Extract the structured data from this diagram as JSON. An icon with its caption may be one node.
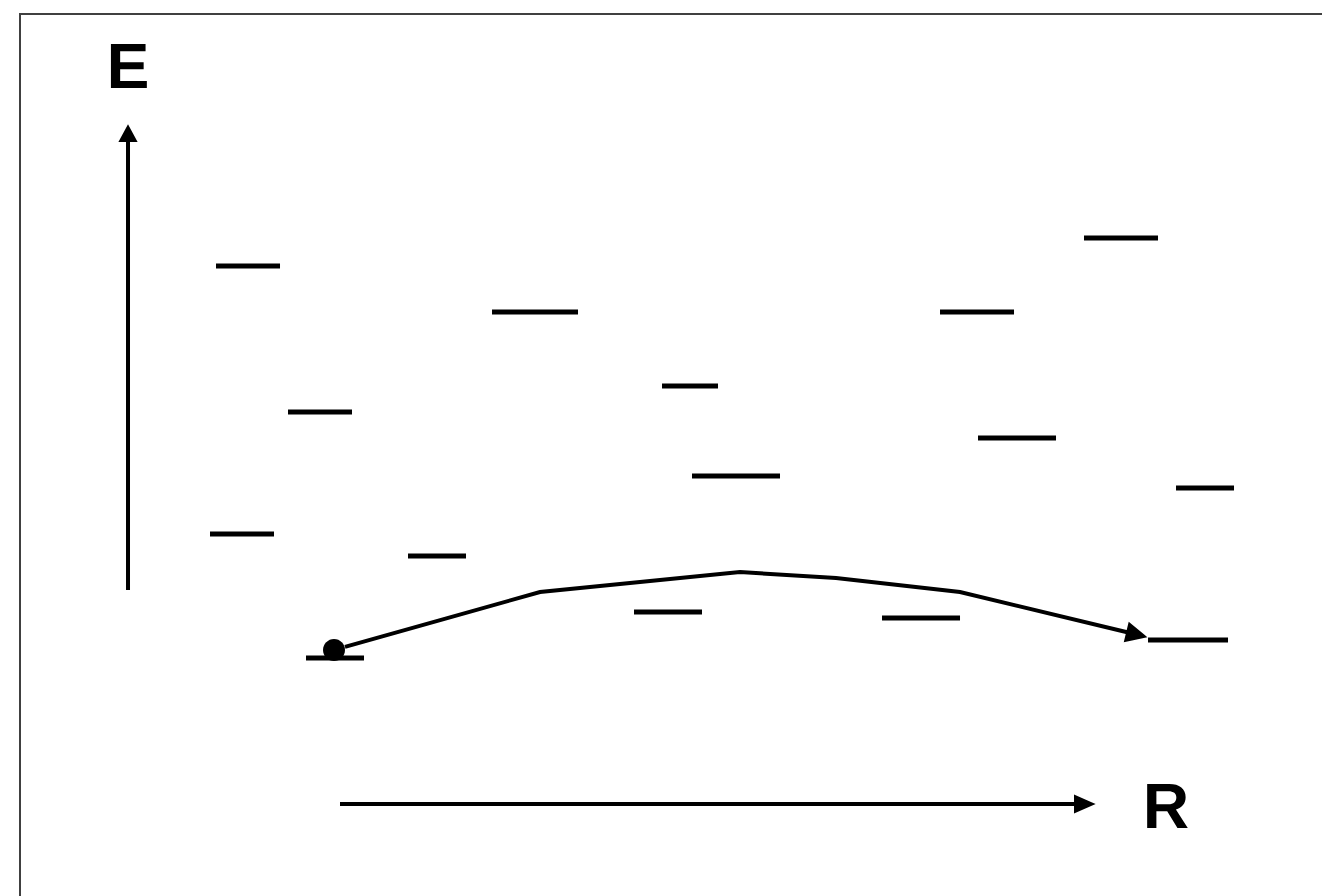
{
  "diagram": {
    "nodes": [
      {
        "text": [],
        "shape": "bar"
      },
      {
        "text": [],
        "shape": "bar"
      },
      {
        "text": [],
        "shape": "bar"
      },
      {
        "text": [],
        "shape": "bar"
      },
      {
        "text": [],
        "shape": "circle"
      },
      {
        "text": [],
        "shape": "bar"
      },
      {
        "text": [],
        "shape": "bar"
      },
      {
        "text": [],
        "shape": "bar"
      },
      {
        "text": [],
        "shape": "bar"
      },
      {
        "text": [],
        "shape": "bar"
      },
      {
        "text": [],
        "shape": "bar"
      },
      {
        "text": [],
        "shape": "bar"
      },
      {
        "text": [],
        "shape": "bar"
      },
      {
        "text": [],
        "shape": "bar"
      },
      {
        "text": [],
        "shape": "bar"
      },
      {
        "text": [],
        "shape": "bar"
      }
    ],
    "edges": [
      {
        "from": 4,
        "to": 14,
        "arrow": "to"
      }
    ],
    "labels": [
      "E",
      "R"
    ]
  }
}
